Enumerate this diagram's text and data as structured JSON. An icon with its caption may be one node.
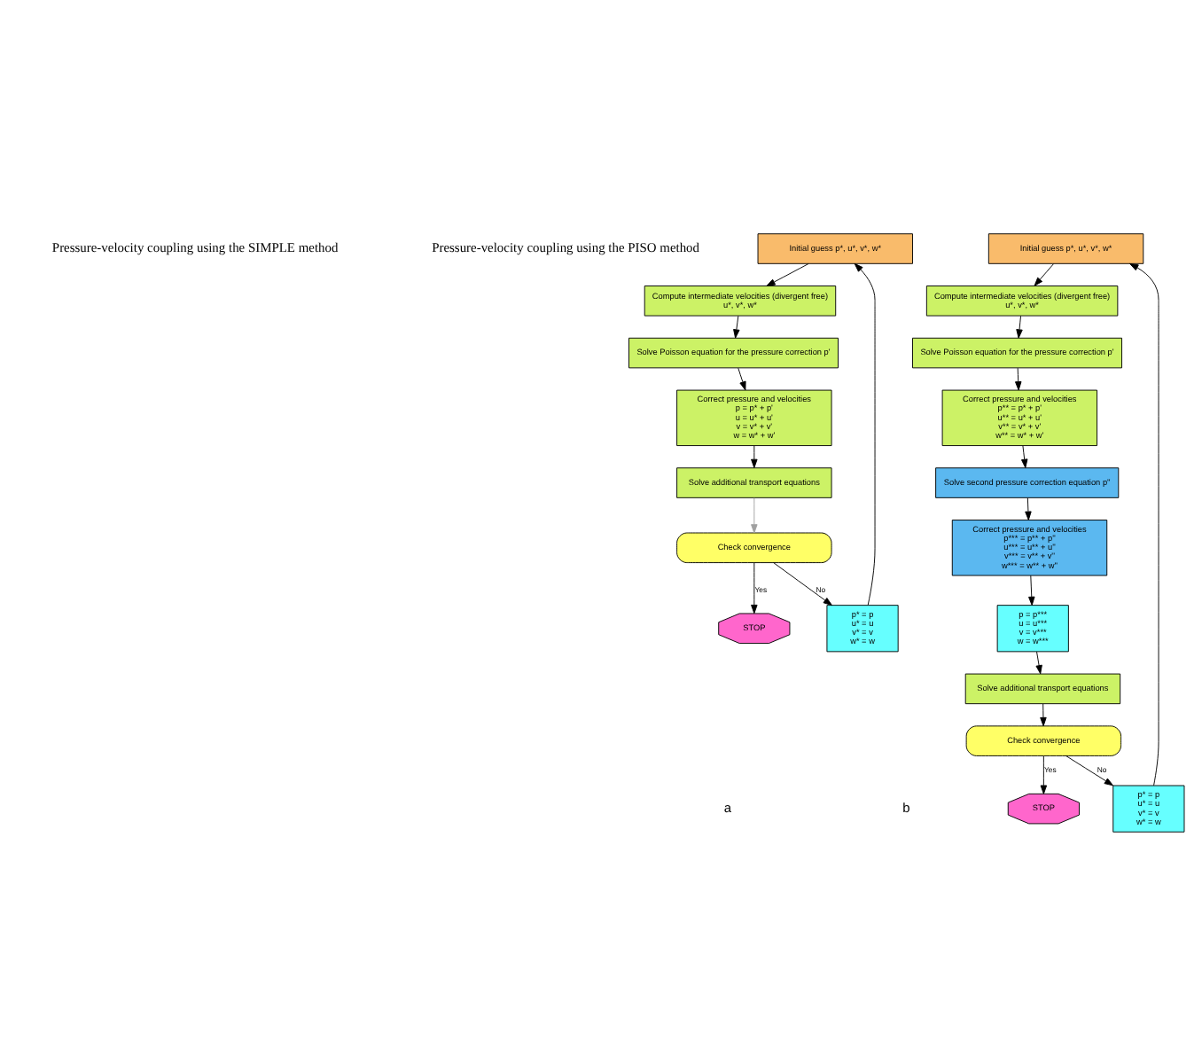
{
  "diagram": {
    "nodes": [
      {
        "text": [
          "Initial guess p*, u*, v*, w*"
        ]
      },
      {
        "text": [
          "Compute intermediate velocities (divergent free)",
          "u*, v*, w*"
        ]
      },
      {
        "text": [
          "Solve Poisson equation for the pressure correction p'"
        ]
      },
      {
        "text": [
          "Correct pressure and velocities",
          "p = p* + p'",
          "u = u* + u'",
          "v = v* + v'",
          "w = w* + w'"
        ]
      },
      {
        "text": [
          "Solve additional transport equations"
        ]
      },
      {
        "text": [
          "Check convergence"
        ]
      },
      {
        "text": [
          "STOP"
        ]
      },
      {
        "text": [
          "p* = p",
          "u* = u",
          "v* = v",
          "w* = w"
        ]
      },
      {
        "text": [
          "Initial guess p*, u*, v*, w*"
        ]
      },
      {
        "text": [
          "Compute intermediate velocities (divergent free)",
          "u*, v*, w*"
        ]
      },
      {
        "text": [
          "Solve Poisson equation for the pressure correction p'"
        ]
      },
      {
        "text": [
          "Correct pressure and velocities",
          "p** = p* + p'",
          "u** = u* + u'",
          "v** = v* + v'",
          "w** = w* + w'"
        ]
      },
      {
        "text": [
          "Solve second pressure correction equation p''"
        ]
      },
      {
        "text": [
          "Correct pressure and velocities",
          "p*** = p** + p''",
          "u*** = u** + u''",
          "v*** = v** + v''",
          "w*** = w** + w''"
        ]
      },
      {
        "text": [
          "p = p***",
          "u = u***",
          "v = v***",
          "w = w***"
        ]
      },
      {
        "text": [
          "Solve additional transport equations"
        ]
      },
      {
        "text": [
          "Check convergence"
        ]
      },
      {
        "text": [
          "STOP"
        ]
      },
      {
        "text": [
          "p* = p",
          "u* = u",
          "v* = v",
          "w* = w"
        ]
      }
    ],
    "edges": [
      {
        "from": 0,
        "to": 1,
        "arrow": "to"
      },
      {
        "from": 1,
        "to": 2,
        "arrow": "to"
      },
      {
        "from": 2,
        "to": 3,
        "arrow": "to"
      },
      {
        "from": 3,
        "to": 4,
        "arrow": "to"
      },
      {
        "from": 4,
        "to": 5,
        "arrow": "to",
        "color": "#a0a0a0"
      },
      {
        "from": 5,
        "to": 6,
        "arrow": "to",
        "label": "Yes"
      },
      {
        "from": 5,
        "to": 7,
        "arrow": "to",
        "label": "No"
      },
      {
        "from": 7,
        "to": 0,
        "arrow": "to"
      },
      {
        "from": 8,
        "to": 9,
        "arrow": "to"
      },
      {
        "from": 9,
        "to": 10,
        "arrow": "to"
      },
      {
        "from": 10,
        "to": 11,
        "arrow": "to"
      },
      {
        "from": 11,
        "to": 12,
        "arrow": "to"
      },
      {
        "from": 12,
        "to": 13,
        "arrow": "to"
      },
      {
        "from": 13,
        "to": 14,
        "arrow": "to"
      },
      {
        "from": 14,
        "to": 15,
        "arrow": "to"
      },
      {
        "from": 15,
        "to": 16,
        "arrow": "to"
      },
      {
        "from": 16,
        "to": 17,
        "arrow": "to",
        "label": "Yes"
      },
      {
        "from": 16,
        "to": 18,
        "arrow": "to",
        "label": "No"
      },
      {
        "from": 18,
        "to": 8,
        "arrow": "to"
      }
    ],
    "labels": [
      "Pressure-velocity coupling using the SIMPLE method",
      "Pressure-velocity coupling using the PISO method",
      "a",
      "b"
    ]
  }
}
